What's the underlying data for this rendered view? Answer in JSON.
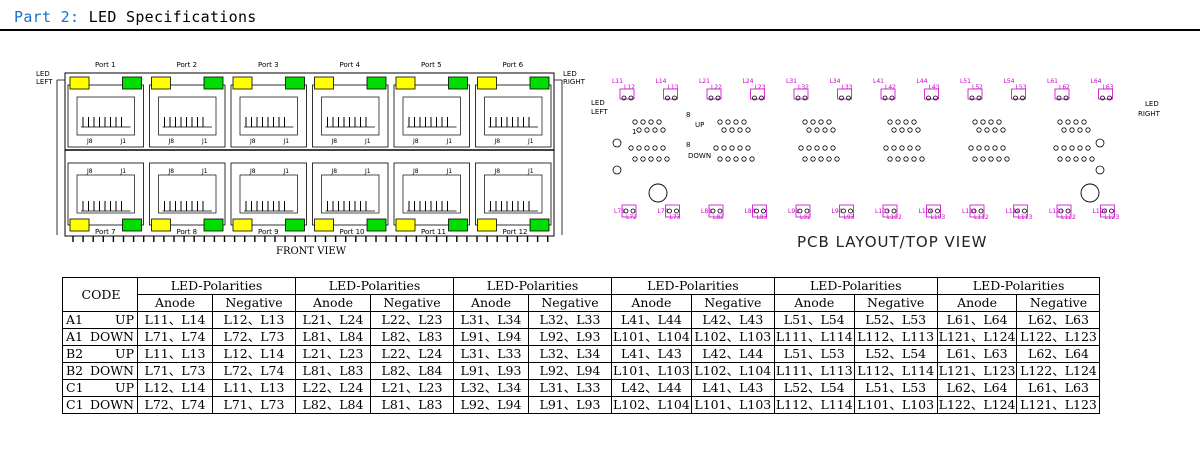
{
  "header": {
    "prefix": "Part 2:",
    "title": "LED Specifications"
  },
  "front_view": {
    "caption": "FRONT VIEW",
    "led_left": [
      "LED",
      "LEFT"
    ],
    "led_right": [
      "LED",
      "RIGHT"
    ],
    "ports_top": [
      "Port 1",
      "Port 2",
      "Port 3",
      "Port 4",
      "Port 5",
      "Port 6"
    ],
    "ports_bottom": [
      "Port 7",
      "Port 8",
      "Port 9",
      "Port 10",
      "Port 11",
      "Port 12"
    ],
    "jack_pins": [
      "J8",
      "J1"
    ],
    "led_colors": {
      "yellow": "#ffff00",
      "green": "#00dd00"
    }
  },
  "pcb_view": {
    "title": "PCB LAYOUT/TOP VIEW",
    "led_left": [
      "LED",
      "LEFT"
    ],
    "led_right": [
      "LED",
      "RIGHT"
    ],
    "row_up": "UP",
    "row_down": "DOWN",
    "pin_labels": [
      "1",
      "8",
      "8"
    ],
    "top_leds": [
      "L11",
      "L12",
      "L14",
      "L13",
      "L21",
      "L22",
      "L24",
      "L23",
      "L31",
      "L32",
      "L34",
      "L33",
      "L41",
      "L42",
      "L44",
      "L43",
      "L51",
      "L52",
      "L54",
      "L53",
      "L61",
      "L62",
      "L64",
      "L63"
    ],
    "bottom_leds": [
      "L71",
      "L72",
      "L74",
      "L73",
      "L81",
      "L82",
      "L84",
      "L83",
      "L91",
      "L92",
      "L94",
      "L93",
      "L101",
      "L102",
      "L104",
      "L103",
      "L111",
      "L112",
      "L114",
      "L113",
      "L121",
      "L122",
      "L124",
      "L123"
    ],
    "marker_color": "#cc00cc"
  },
  "table": {
    "code_header": "CODE",
    "group_header": "LED-Polarities",
    "sub_headers": [
      "Anode",
      "Negative"
    ],
    "rows": [
      {
        "code": [
          "A1",
          "UP"
        ],
        "cells": [
          "L11、L14",
          "L12、L13",
          "L21、L24",
          "L22、L23",
          "L31、L34",
          "L32、L33",
          "L41、L44",
          "L42、L43",
          "L51、L54",
          "L52、L53",
          "L61、L64",
          "L62、L63"
        ]
      },
      {
        "code": [
          "A1",
          "DOWN"
        ],
        "cells": [
          "L71、L74",
          "L72、L73",
          "L81、L84",
          "L82、L83",
          "L91、L94",
          "L92、L93",
          "L101、L104",
          "L102、L103",
          "L111、L114",
          "L112、L113",
          "L121、L124",
          "L122、L123"
        ]
      },
      {
        "code": [
          "B2",
          "UP"
        ],
        "cells": [
          "L11、L13",
          "L12、L14",
          "L21、L23",
          "L22、L24",
          "L31、L33",
          "L32、L34",
          "L41、L43",
          "L42、L44",
          "L51、L53",
          "L52、L54",
          "L61、L63",
          "L62、L64"
        ]
      },
      {
        "code": [
          "B2",
          "DOWN"
        ],
        "cells": [
          "L71、L73",
          "L72、L74",
          "L81、L83",
          "L82、L84",
          "L91、L93",
          "L92、L94",
          "L101、L103",
          "L102、L104",
          "L111、L113",
          "L112、L114",
          "L121、L123",
          "L122、L124"
        ]
      },
      {
        "code": [
          "C1",
          "UP"
        ],
        "cells": [
          "L12、L14",
          "L11、L13",
          "L22、L24",
          "L21、L23",
          "L32、L34",
          "L31、L33",
          "L42、L44",
          "L41、L43",
          "L52、L54",
          "L51、L53",
          "L62、L64",
          "L61、L63"
        ]
      },
      {
        "code": [
          "C1",
          "DOWN"
        ],
        "cells": [
          "L72、L74",
          "L71、L73",
          "L82、L84",
          "L81、L83",
          "L92、L94",
          "L91、L93",
          "L102、L104",
          "L101、L103",
          "L112、L114",
          "L101、L103",
          "L122、L124",
          "L121、L123"
        ]
      }
    ]
  }
}
